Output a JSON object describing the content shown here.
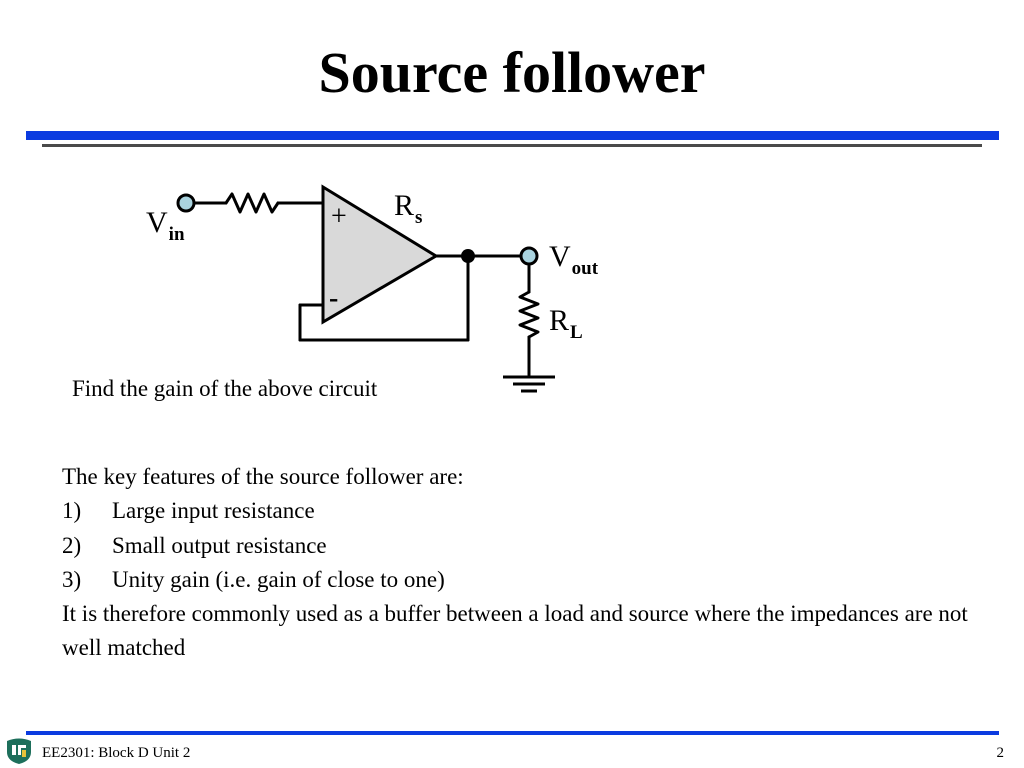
{
  "slide": {
    "title": "Source follower",
    "circuit": {
      "vin_main": "V",
      "vin_sub": "in",
      "vout_main": "V",
      "vout_sub": "out",
      "rs_main": "R",
      "rs_sub": "s",
      "rl_main": "R",
      "rl_sub": "L",
      "plus": "+",
      "minus": "-"
    },
    "question": "Find the gain of the above circuit",
    "features": {
      "intro": "The key features of the source follower are:",
      "items": [
        {
          "num": "1)",
          "text": "Large input resistance"
        },
        {
          "num": "2)",
          "text": "Small output resistance"
        },
        {
          "num": "3)",
          "text": "Unity gain (i.e. gain of close to one)"
        }
      ],
      "conclusion": "It is therefore commonly used as a buffer between a load and source where the impedances are not well matched"
    }
  },
  "footer": {
    "course": "EE2301: Block D Unit 2",
    "page": "2",
    "logo_icon": "university-logo-icon"
  },
  "colors": {
    "accent_blue": "#0b3be0",
    "terminal_fill": "#a9d3df",
    "opamp_fill": "#d9d9d9"
  }
}
